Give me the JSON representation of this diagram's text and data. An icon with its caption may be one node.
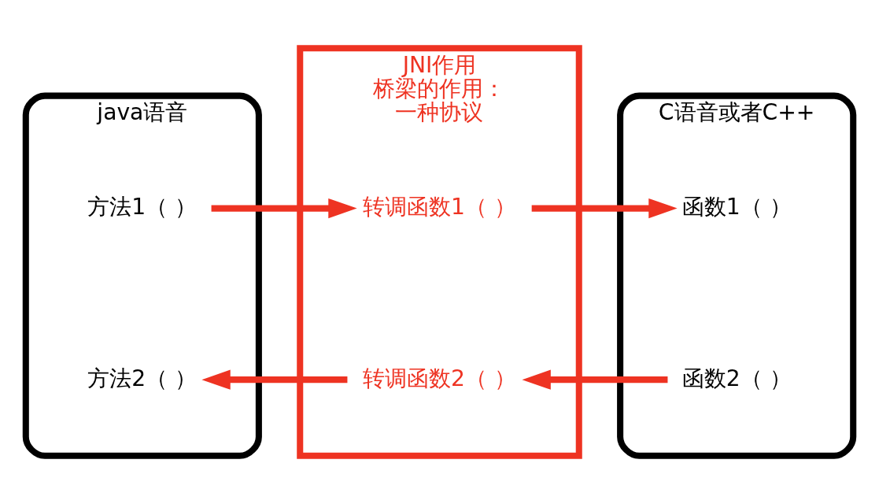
{
  "diagram": {
    "nodes": [
      {
        "text": [
          "java语音"
        ]
      },
      {
        "text": [
          "方法1（ ）"
        ],
        "in": 0
      },
      {
        "text": [
          "方法2（ ）"
        ],
        "in": 0
      },
      {
        "text": [
          "JNI作用",
          "桥梁的作用：",
          "一种协议"
        ]
      },
      {
        "text": [
          "转调函数1（ ）"
        ],
        "in": 3
      },
      {
        "text": [
          "转调函数2（ ）"
        ],
        "in": 3
      },
      {
        "text": [
          "C语音或者C++"
        ]
      },
      {
        "text": [
          "函数1（ ）"
        ],
        "in": 6
      },
      {
        "text": [
          "函数2（ ）"
        ],
        "in": 6
      }
    ],
    "edges": [
      {
        "from": 1,
        "to": 4,
        "arrow": "to"
      },
      {
        "from": 4,
        "to": 7,
        "arrow": "to"
      },
      {
        "from": 8,
        "to": 5,
        "arrow": "to"
      },
      {
        "from": 5,
        "to": 2,
        "arrow": "to"
      }
    ]
  }
}
